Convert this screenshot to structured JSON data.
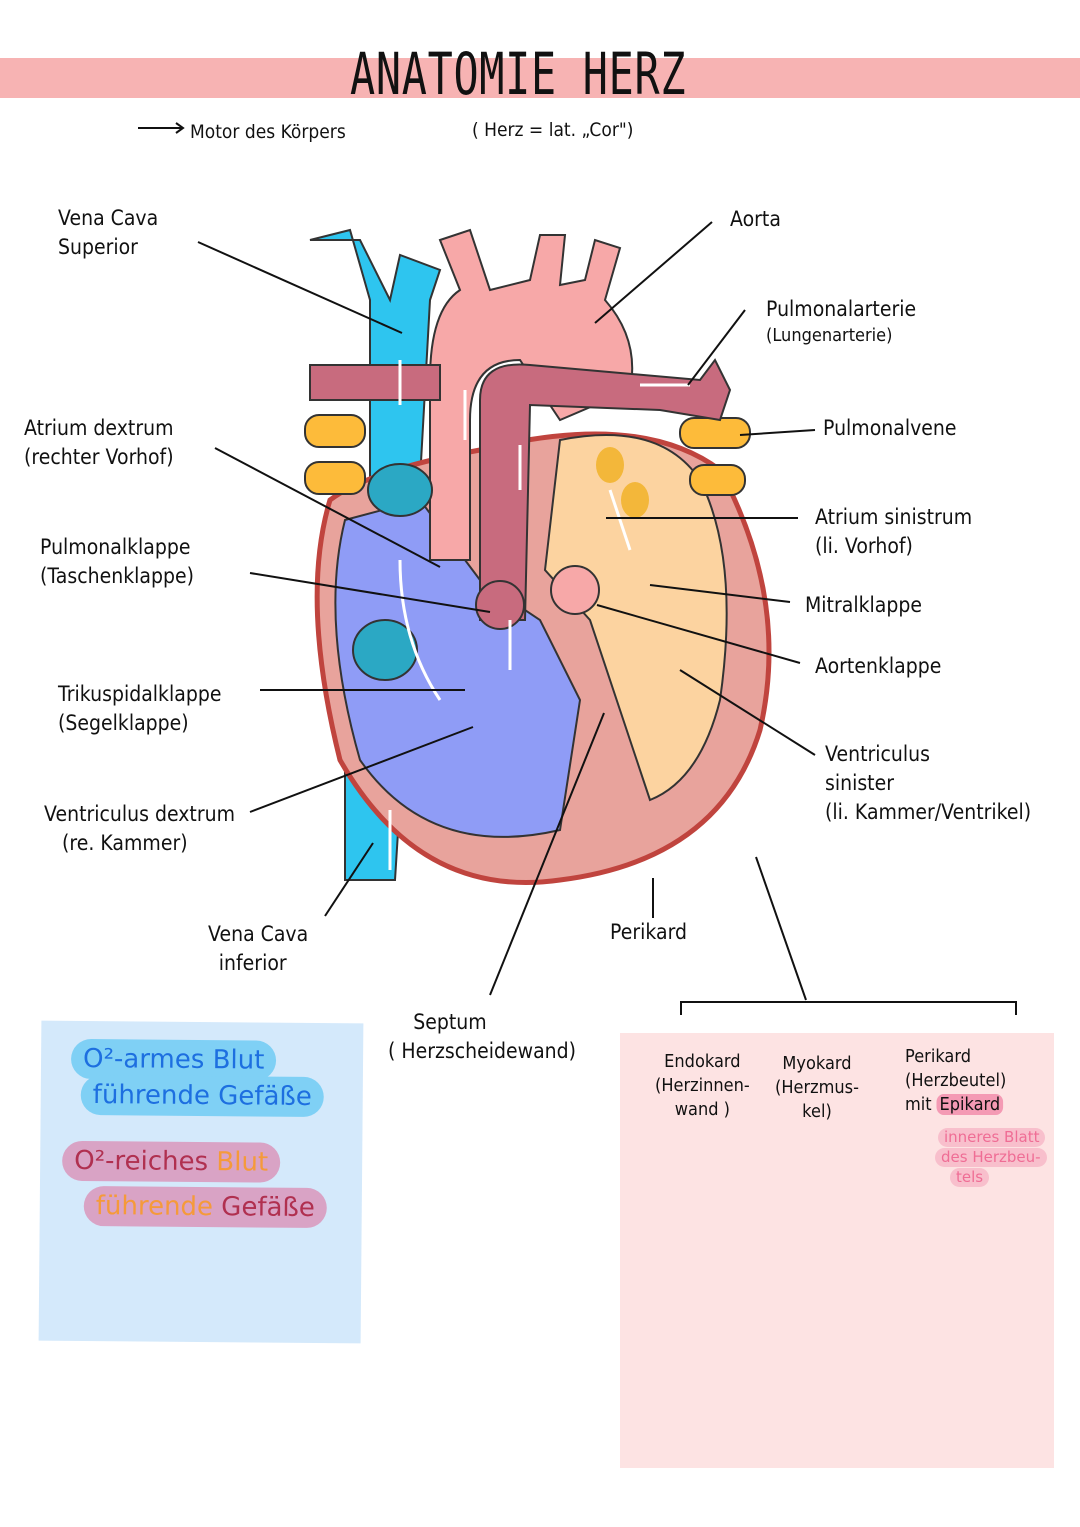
{
  "title": "ANATOMIE HERZ",
  "subtitle": {
    "left": "Motor des Körpers",
    "right": "( Herz = lat. „Cor\")"
  },
  "labels": {
    "vena_cava_superior": [
      "Vena Cava",
      "Superior"
    ],
    "aorta": "Aorta",
    "pulmonalarterie": [
      "Pulmonalarterie",
      "(Lungenarterie)"
    ],
    "atrium_dextrum": [
      "Atrium dextrum",
      "(rechter Vorhof)"
    ],
    "pulmonalvene": "Pulmonalvene",
    "atrium_sinistrum": [
      "Atrium sinistrum",
      "(li. Vorhof)"
    ],
    "pulmonalklappe": [
      "Pulmonalklappe",
      "(Taschenklappe)"
    ],
    "mitralklappe": "Mitralklappe",
    "aortenklappe": "Aortenklappe",
    "trikuspidalklappe": [
      "Trikuspidalklappe",
      "(Segelklappe)"
    ],
    "ventriculus_sinister": [
      "Ventriculus",
      "sinister",
      "(li. Kammer/Ventrikel)"
    ],
    "ventriculus_dextrum": [
      "Ventriculus dextrum",
      "(re. Kammer)"
    ],
    "vena_cava_inferior": [
      "Vena Cava",
      "inferior"
    ],
    "perikard": "Perikard",
    "septum": [
      "Septum",
      "( Herzscheidewand)"
    ]
  },
  "legend": {
    "o2_poor": [
      "O²-armes Blut",
      "führende Gefäße"
    ],
    "o2_rich": [
      "O²-reiches",
      "Blut",
      "führende",
      "Gefäße"
    ]
  },
  "layers": {
    "endokard": [
      "Endokard",
      "(Herzinnen-",
      "wand )"
    ],
    "myokard": [
      "Myokard",
      "(Herzmus-",
      "kel)"
    ],
    "perikard": [
      "Perikard",
      "(Herzbeutel)",
      "mit",
      "Epikard"
    ],
    "epikard_note": [
      "inneres Blatt",
      "des Herzbeu-",
      "tels"
    ]
  },
  "colors": {
    "band": "#f7b3b3",
    "deoxy": "#2ec5ef",
    "oxy": "#f7a8a8",
    "pulm_artery": "#c86b7e",
    "pulm_vein": "#fdbb3a",
    "right_chamber": "#8f9cf6",
    "left_chamber": "#fcd3a0",
    "wall": "#e8a39c"
  }
}
